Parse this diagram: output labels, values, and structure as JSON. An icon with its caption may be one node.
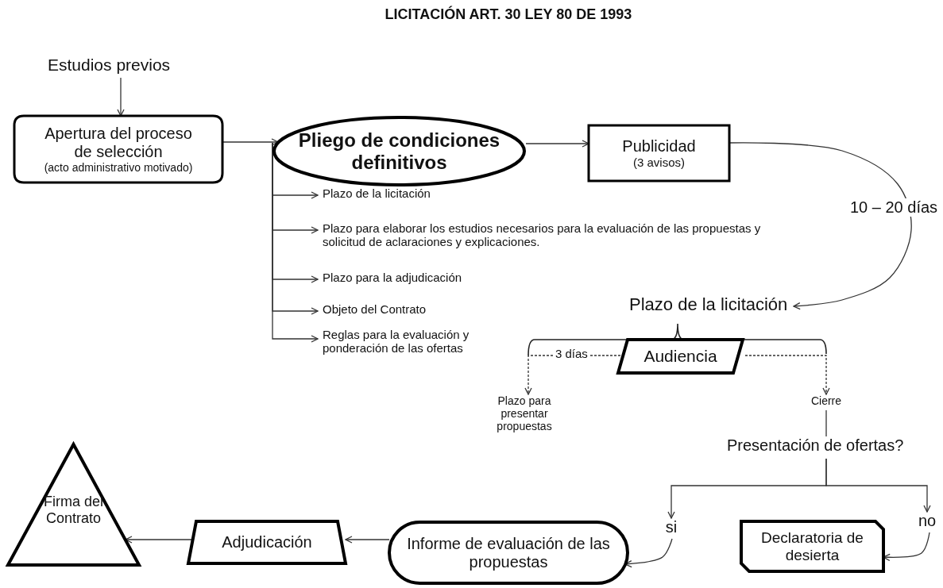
{
  "diagram": {
    "title": "LICITACIÓN ART. 30 LEY 80 DE 1993",
    "nodes": [
      {
        "text": [
          "Estudios previos"
        ]
      },
      {
        "text": [
          "Apertura del proceso de selección",
          "(acto administrativo motivado)"
        ]
      },
      {
        "text": [
          "Pliego de condiciones definitivos"
        ]
      },
      {
        "text": [
          "Publicidad",
          "(3 avisos)"
        ]
      },
      {
        "text": [
          "Plazo de la licitación"
        ]
      },
      {
        "text": [
          "Plazo para elaborar los estudios necesarios para la evaluación de las propuestas y solicitud de aclaraciones y explicaciones."
        ]
      },
      {
        "text": [
          "Plazo para la adjudicación"
        ]
      },
      {
        "text": [
          "Objeto del Contrato"
        ]
      },
      {
        "text": [
          "Reglas para la evaluación y ponderación de las ofertas"
        ]
      },
      {
        "text": [
          "Plazo de la licitación"
        ]
      },
      {
        "text": [
          "Audiencia"
        ]
      },
      {
        "text": [
          "Plazo para presentar propuestas"
        ]
      },
      {
        "text": [
          "Cierre"
        ]
      },
      {
        "text": [
          "Presentación de ofertas?"
        ]
      },
      {
        "text": [
          "si"
        ]
      },
      {
        "text": [
          "no"
        ]
      },
      {
        "text": [
          "Declaratoria de desierta"
        ]
      },
      {
        "text": [
          "Informe de evaluación de las propuestas"
        ]
      },
      {
        "text": [
          "Adjudicación"
        ]
      },
      {
        "text": [
          "Firma del Contrato"
        ]
      }
    ],
    "edges": [
      {
        "from": 0,
        "to": 1,
        "arrow": "to"
      },
      {
        "from": 1,
        "to": 2,
        "arrow": "to"
      },
      {
        "from": 2,
        "to": 3,
        "arrow": "to"
      },
      {
        "from": 2,
        "to": 4,
        "arrow": "to"
      },
      {
        "from": 2,
        "to": 5,
        "arrow": "to"
      },
      {
        "from": 2,
        "to": 6,
        "arrow": "to"
      },
      {
        "from": 2,
        "to": 7,
        "arrow": "to"
      },
      {
        "from": 2,
        "to": 8,
        "arrow": "to"
      },
      {
        "from": 3,
        "to": 9,
        "arrow": "to",
        "label": "10 – 20 días"
      },
      {
        "from": 10,
        "to": 11,
        "arrow": "to",
        "label": "3 días",
        "style": "dashed"
      },
      {
        "from": 10,
        "to": 12,
        "arrow": "to",
        "style": "dashed"
      },
      {
        "from": 12,
        "to": 13,
        "arrow": "none"
      },
      {
        "from": 13,
        "to": 14,
        "arrow": "to"
      },
      {
        "from": 13,
        "to": 15,
        "arrow": "to"
      },
      {
        "from": 14,
        "to": 17,
        "arrow": "to"
      },
      {
        "from": 15,
        "to": 16,
        "arrow": "to"
      },
      {
        "from": 17,
        "to": 18,
        "arrow": "to"
      },
      {
        "from": 18,
        "to": 19,
        "arrow": "to"
      }
    ]
  }
}
